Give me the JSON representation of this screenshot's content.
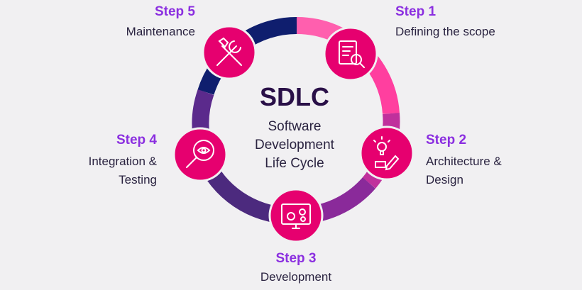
{
  "center": {
    "title": "SDLC",
    "subtitle_lines": [
      "Software",
      "Development",
      "Life Cycle"
    ]
  },
  "steps": [
    {
      "step": "Step 1",
      "text_lines": [
        "Defining the scope"
      ],
      "icon": "document-search-icon"
    },
    {
      "step": "Step 2",
      "text_lines": [
        "Architecture &",
        "Design"
      ],
      "icon": "lightbulb-pencil-icon"
    },
    {
      "step": "Step 3",
      "text_lines": [
        "Development"
      ],
      "icon": "monitor-gears-icon"
    },
    {
      "step": "Step 4",
      "text_lines": [
        "Integration &",
        "Testing"
      ],
      "icon": "magnifier-eye-icon"
    },
    {
      "step": "Step 5",
      "text_lines": [
        "Maintenance"
      ],
      "icon": "wrench-screwdriver-icon"
    }
  ],
  "colors": {
    "background": "#f1f0f2",
    "step_title": "#8b2fe0",
    "node_fill": "#e6006f",
    "ring_navy": "#0f1e6e",
    "ring_pink": "#ff4fa7",
    "ring_magenta": "#c52c9c",
    "ring_purple": "#6a2a9c"
  }
}
